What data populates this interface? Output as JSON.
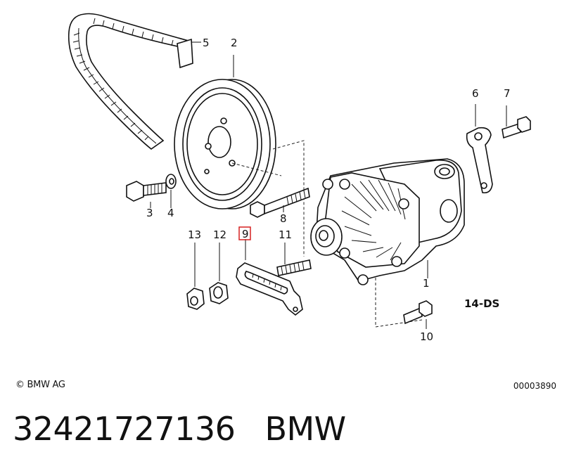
{
  "diagram": {
    "callouts": [
      {
        "id": "1",
        "label": "1"
      },
      {
        "id": "2",
        "label": "2"
      },
      {
        "id": "3",
        "label": "3"
      },
      {
        "id": "4",
        "label": "4"
      },
      {
        "id": "5",
        "label": "5"
      },
      {
        "id": "6",
        "label": "6"
      },
      {
        "id": "7",
        "label": "7"
      },
      {
        "id": "8",
        "label": "8"
      },
      {
        "id": "9",
        "label": "9",
        "highlighted": true
      },
      {
        "id": "10",
        "label": "10"
      },
      {
        "id": "11",
        "label": "11"
      },
      {
        "id": "12",
        "label": "12"
      },
      {
        "id": "13",
        "label": "13"
      }
    ],
    "tag": "14-DS",
    "highlight_color": "#d62020"
  },
  "footer": {
    "copyright": "© BMW AG",
    "doc_number": "00003890"
  },
  "part": {
    "number": "32421727136",
    "brand": "BMW"
  }
}
